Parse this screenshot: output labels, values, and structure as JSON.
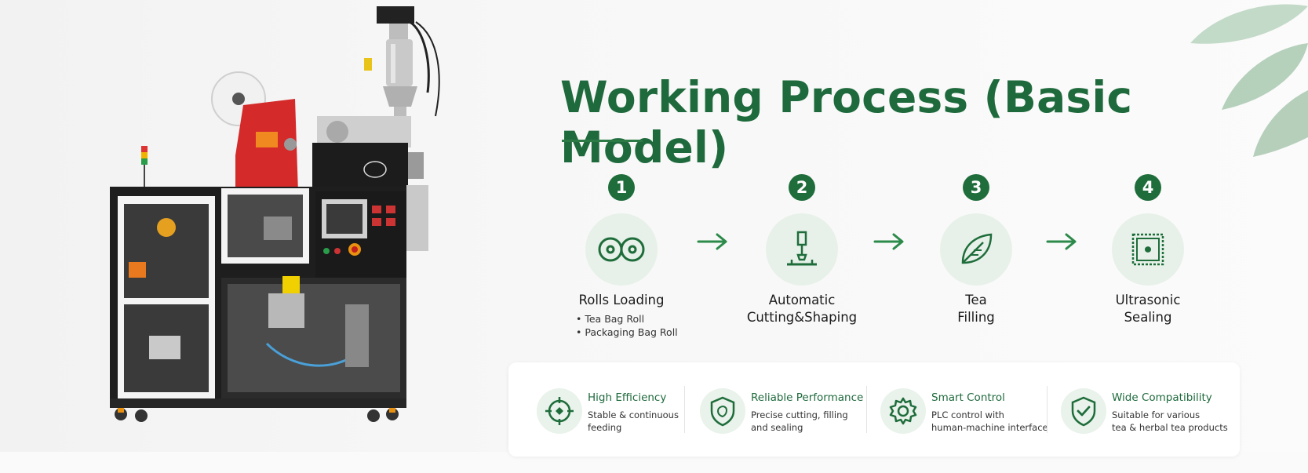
{
  "heading": {
    "title": "Working Process (Basic Model)"
  },
  "steps": [
    {
      "number": "1",
      "icon": "rolls-icon",
      "name_lines": [
        "Rolls Loading"
      ],
      "subs": [
        "Tea Bag Roll",
        "Packaging Bag Roll"
      ]
    },
    {
      "number": "2",
      "icon": "cutting-icon",
      "name_lines": [
        "Automatic",
        "Cutting&Shaping"
      ]
    },
    {
      "number": "3",
      "icon": "leaf-icon",
      "name_lines": [
        "Tea",
        "Filling"
      ]
    },
    {
      "number": "4",
      "icon": "seal-square-icon",
      "name_lines": [
        "Ultrasonic",
        "Sealing"
      ]
    }
  ],
  "features": [
    {
      "icon": "target-icon",
      "title": "High Efficiency",
      "desc_lines": [
        "Stable & continuous",
        "feeding"
      ]
    },
    {
      "icon": "shield-icon",
      "title": "Reliable Performance",
      "desc_lines": [
        "Precise cutting, filling",
        "and sealing"
      ]
    },
    {
      "icon": "gear-icon",
      "title": "Smart Control",
      "desc_lines": [
        "PLC control with",
        "human-machine interface"
      ]
    },
    {
      "icon": "shield-check-icon",
      "title": "Wide Compatibility",
      "desc_lines": [
        "Suitable for various",
        "tea & herbal tea products"
      ]
    }
  ],
  "colors": {
    "brand_green": "#1e6a3c",
    "icon_bg": "#e7f1e9",
    "machine_red": "#d42a2a"
  }
}
